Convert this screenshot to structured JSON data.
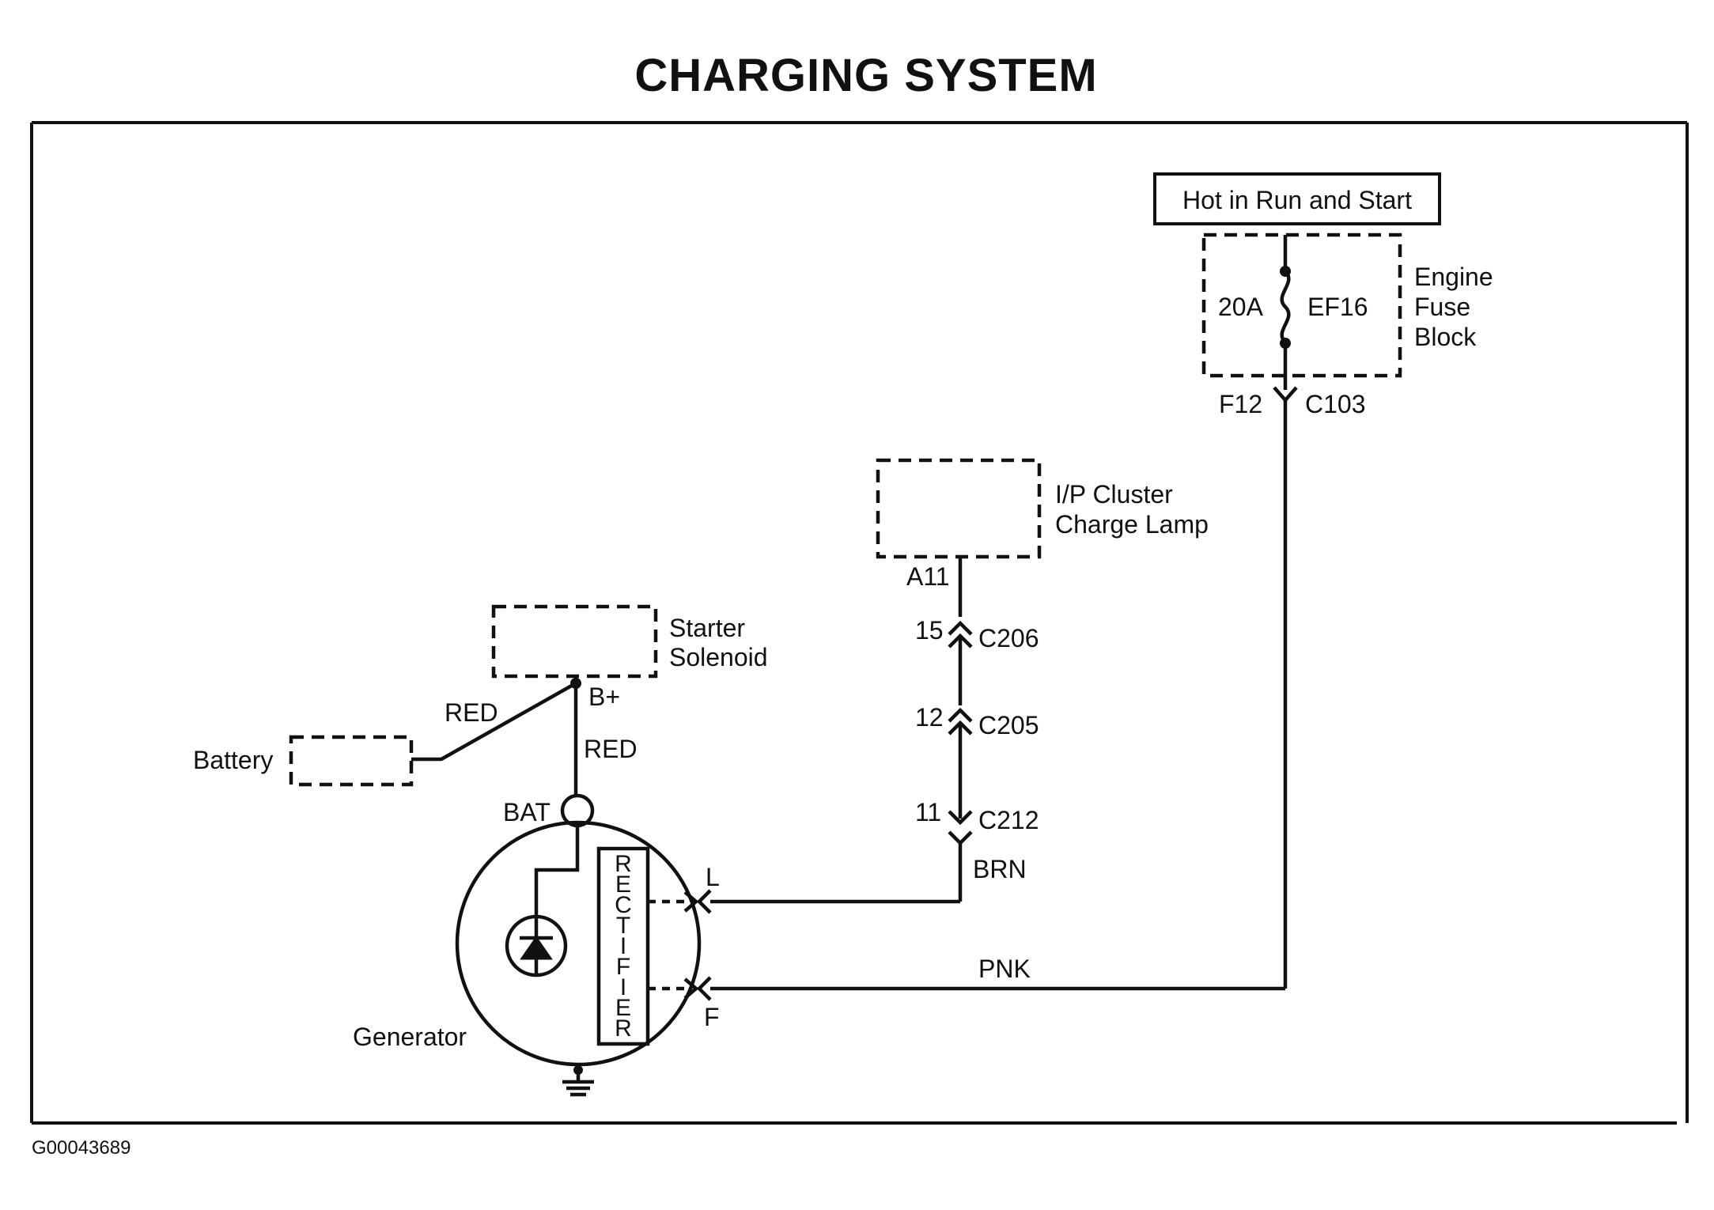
{
  "title": "CHARGING SYSTEM",
  "figure_id": "G00043689",
  "fuse_block": {
    "power_label": "Hot in Run and Start",
    "fuse_rating": "20A",
    "fuse_name": "EF16",
    "block_name_line1": "Engine",
    "block_name_line2": "Fuse",
    "block_name_line3": "Block",
    "connector_pin": "F12",
    "connector_name": "C103"
  },
  "cluster": {
    "name_line1": "I/P Cluster",
    "name_line2": "Charge Lamp",
    "pin": "A11"
  },
  "connectors": [
    {
      "pin": "15",
      "name": "C206"
    },
    {
      "pin": "12",
      "name": "C205"
    },
    {
      "pin": "11",
      "name": "C212"
    }
  ],
  "wires": {
    "brn": "BRN",
    "pnk": "PNK",
    "red_battery": "RED",
    "red_generator": "RED"
  },
  "starter": {
    "name_line1": "Starter",
    "name_line2": "Solenoid",
    "terminal": "B+"
  },
  "battery": {
    "name": "Battery"
  },
  "generator": {
    "name": "Generator",
    "bat_terminal": "BAT",
    "l_terminal": "L",
    "f_terminal": "F",
    "rectifier_letters": [
      "R",
      "E",
      "C",
      "T",
      "I",
      "F",
      "I",
      "E",
      "R"
    ]
  }
}
